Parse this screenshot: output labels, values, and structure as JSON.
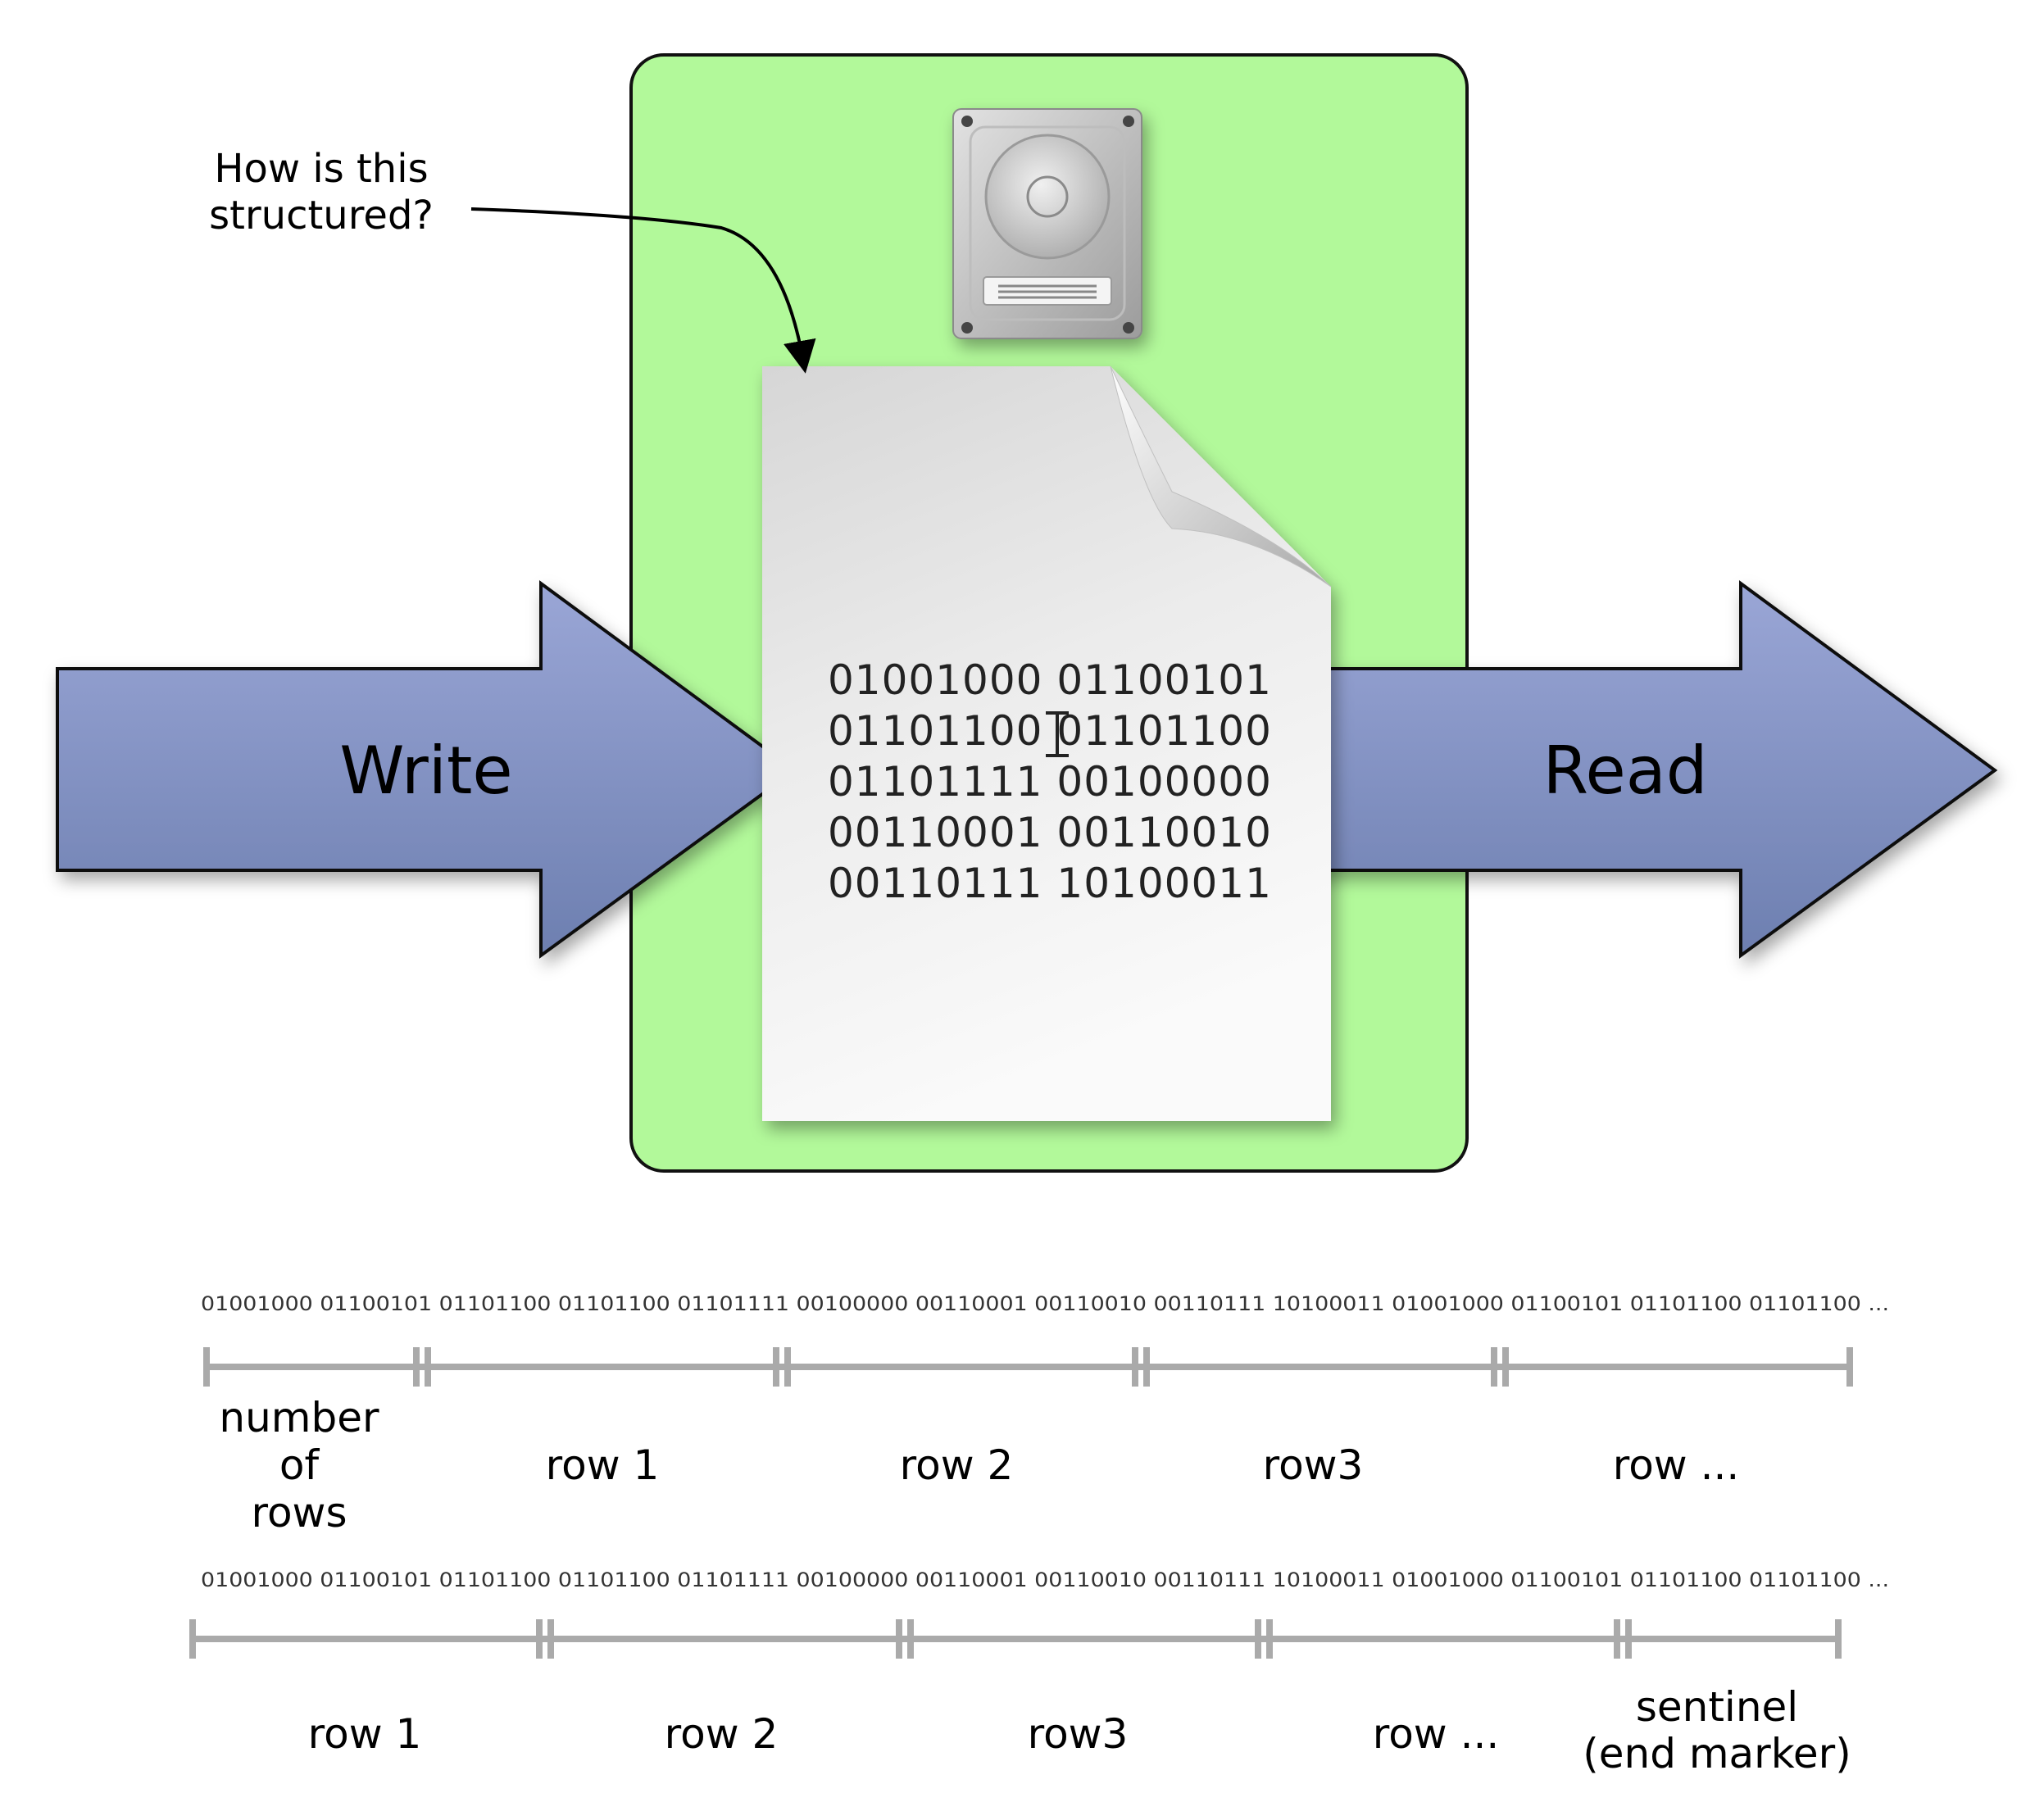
{
  "write_label": "Write",
  "read_label": "Read",
  "annotation": {
    "line1": "How is this",
    "line2": "structured?"
  },
  "document_binary": [
    "01001000 01100101",
    "01101100 01101100",
    "01101111 00100000",
    "00110001 00110010",
    "00110111 10100011"
  ],
  "stream_text": "01001000 01100101 01101100 01101100 01101111 00100000 00110001 00110010 00110111 10100011 01001000 01100101 01101100 01101100 ...",
  "layout_a": {
    "segments": [
      {
        "lines": [
          "number",
          "of",
          "rows"
        ]
      },
      {
        "lines": [
          "row 1"
        ]
      },
      {
        "lines": [
          "row 2"
        ]
      },
      {
        "lines": [
          "row3"
        ]
      },
      {
        "lines": [
          "row ..."
        ]
      }
    ]
  },
  "layout_b": {
    "segments": [
      {
        "lines": [
          "row 1"
        ]
      },
      {
        "lines": [
          "row 2"
        ]
      },
      {
        "lines": [
          "row3"
        ]
      },
      {
        "lines": [
          "row ..."
        ]
      },
      {
        "lines": [
          "sentinel",
          "(end marker)"
        ]
      }
    ]
  },
  "colors": {
    "storage_box": "#b2f99a",
    "arrow_top": "#9aa6d6",
    "arrow_bottom": "#6d7fb0",
    "ruler": "#aaaaaa"
  },
  "icons": [
    "hard-drive-icon",
    "document-icon",
    "text-cursor-icon",
    "curved-arrow-icon"
  ]
}
